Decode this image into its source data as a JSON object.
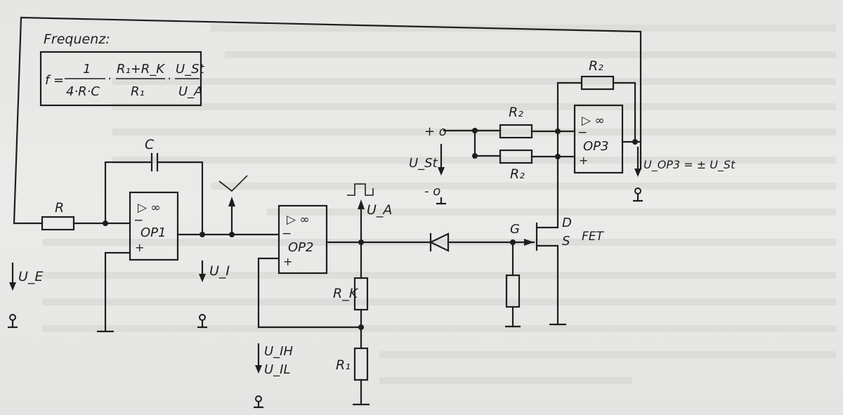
{
  "formula": {
    "title": "Frequenz:",
    "lhs": "f =",
    "numerator1": "1",
    "denominator1": "4·R·C",
    "numerator2": "R₁+R_K",
    "denominator2": "R₁",
    "numerator3": "U_St",
    "denominator3": "U_A"
  },
  "components": {
    "r_input": "R",
    "c_integrator": "C",
    "op1": {
      "symbol": "▷ ∞",
      "name": "OP1",
      "minus": "−",
      "plus": "+"
    },
    "op2": {
      "symbol": "▷ ∞",
      "name": "OP2",
      "minus": "−",
      "plus": "+"
    },
    "op3": {
      "symbol": "▷ ∞",
      "name": "OP3",
      "minus": "−",
      "plus": "+"
    },
    "r2_top": "R₂",
    "r2_mid": "R₂",
    "r2_low": "R₂",
    "rk": "R_K",
    "r1": "R₁",
    "fet": {
      "gate": "G",
      "drain": "D",
      "source": "S",
      "label": "FET"
    }
  },
  "voltages": {
    "ue": "U_E",
    "ui": "U_I",
    "ua": "U_A",
    "uih": "U_IH",
    "uil": "U_IL",
    "ust": "U_St",
    "plus_terminal": "+ o",
    "minus_terminal": "- o",
    "uop3": "U_OP3 = ± U_St"
  }
}
